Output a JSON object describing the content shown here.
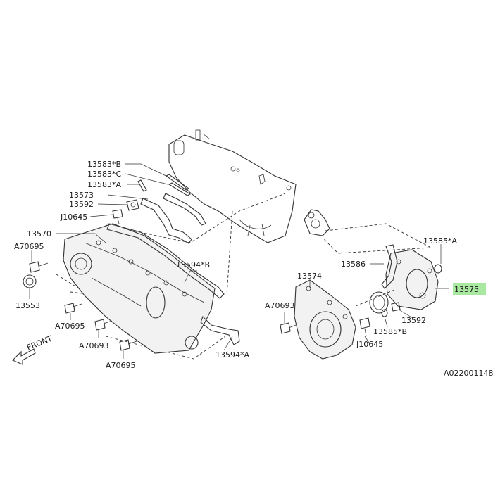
{
  "diagram_id": "A022001148",
  "front_label": "FRONT",
  "highlight_color": "#a8e8a0",
  "callouts": {
    "c13583b": "13583*B",
    "c13583c": "13583*C",
    "c13583a": "13583*A",
    "c13573": "13573",
    "c13592l": "13592",
    "cJ10645l": "J10645",
    "c13570": "13570",
    "cA70695a": "A70695",
    "c13553": "13553",
    "c13594b": "13594*B",
    "cA70695b": "A70695",
    "cA70693l": "A70693",
    "cA70695c": "A70695",
    "c13594a": "13594*A",
    "c13574": "13574",
    "cA70693r": "A70693",
    "c13586": "13586",
    "c13585a": "13585*A",
    "c13575": "13575",
    "c13592r": "13592",
    "c13585b": "13585*B",
    "cJ10645r": "J10645"
  }
}
